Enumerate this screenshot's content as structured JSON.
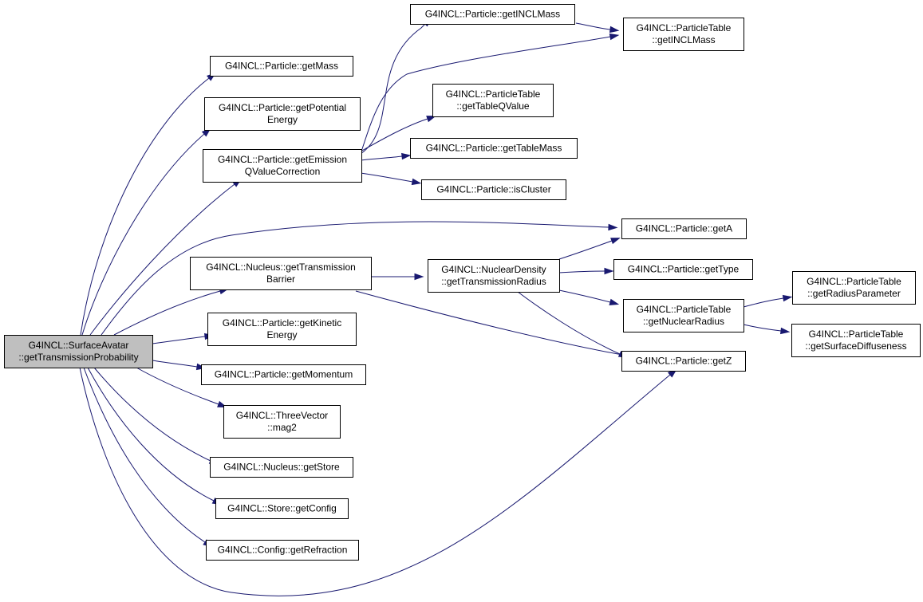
{
  "diagram": {
    "colors": {
      "edge": "#191970",
      "root_fill": "#bfbfbf",
      "node_fill": "#ffffff",
      "node_stroke": "#000000"
    },
    "nodes": [
      {
        "id": "root",
        "root": true,
        "lines": [
          "G4INCL::SurfaceAvatar",
          "::getTransmissionProbability"
        ]
      },
      {
        "id": "getMass",
        "lines": [
          "G4INCL::Particle::getMass"
        ]
      },
      {
        "id": "getPotentialEnergy",
        "lines": [
          "G4INCL::Particle::getPotential",
          "Energy"
        ]
      },
      {
        "id": "getEmissionQ",
        "lines": [
          "G4INCL::Particle::getEmission",
          "QValueCorrection"
        ]
      },
      {
        "id": "nucGetTransBarrier",
        "lines": [
          "G4INCL::Nucleus::getTransmission",
          "Barrier"
        ]
      },
      {
        "id": "getKineticEnergy",
        "lines": [
          "G4INCL::Particle::getKinetic",
          "Energy"
        ]
      },
      {
        "id": "getMomentum",
        "lines": [
          "G4INCL::Particle::getMomentum"
        ]
      },
      {
        "id": "mag2",
        "lines": [
          "G4INCL::ThreeVector",
          "::mag2"
        ]
      },
      {
        "id": "getStore",
        "lines": [
          "G4INCL::Nucleus::getStore"
        ]
      },
      {
        "id": "getConfig",
        "lines": [
          "G4INCL::Store::getConfig"
        ]
      },
      {
        "id": "getRefraction",
        "lines": [
          "G4INCL::Config::getRefraction"
        ]
      },
      {
        "id": "pGetINCLMass",
        "lines": [
          "G4INCL::Particle::getINCLMass"
        ]
      },
      {
        "id": "ptGetTableQValue",
        "lines": [
          "G4INCL::ParticleTable",
          "::getTableQValue"
        ]
      },
      {
        "id": "pGetTableMass",
        "lines": [
          "G4INCL::Particle::getTableMass"
        ]
      },
      {
        "id": "isCluster",
        "lines": [
          "G4INCL::Particle::isCluster"
        ]
      },
      {
        "id": "ndGetTransRadius",
        "lines": [
          "G4INCL::NuclearDensity",
          "::getTransmissionRadius"
        ]
      },
      {
        "id": "ptGetINCLMass",
        "lines": [
          "G4INCL::ParticleTable",
          "::getINCLMass"
        ]
      },
      {
        "id": "getA",
        "lines": [
          "G4INCL::Particle::getA"
        ]
      },
      {
        "id": "getType",
        "lines": [
          "G4INCL::Particle::getType"
        ]
      },
      {
        "id": "ptGetNuclearRadius",
        "lines": [
          "G4INCL::ParticleTable",
          "::getNuclearRadius"
        ]
      },
      {
        "id": "getZ",
        "lines": [
          "G4INCL::Particle::getZ"
        ]
      },
      {
        "id": "ptGetRadiusParameter",
        "lines": [
          "G4INCL::ParticleTable",
          "::getRadiusParameter"
        ]
      },
      {
        "id": "ptGetSurfaceDiffuseness",
        "lines": [
          "G4INCL::ParticleTable",
          "::getSurfaceDiffuseness"
        ]
      }
    ],
    "edges": [
      {
        "from": "root",
        "to": "getMass"
      },
      {
        "from": "root",
        "to": "getPotentialEnergy"
      },
      {
        "from": "root",
        "to": "getEmissionQ"
      },
      {
        "from": "root",
        "to": "nucGetTransBarrier"
      },
      {
        "from": "root",
        "to": "getKineticEnergy"
      },
      {
        "from": "root",
        "to": "getMomentum"
      },
      {
        "from": "root",
        "to": "mag2"
      },
      {
        "from": "root",
        "to": "getStore"
      },
      {
        "from": "root",
        "to": "getConfig"
      },
      {
        "from": "root",
        "to": "getRefraction"
      },
      {
        "from": "root",
        "to": "getA"
      },
      {
        "from": "root",
        "to": "getZ"
      },
      {
        "from": "getEmissionQ",
        "to": "pGetINCLMass"
      },
      {
        "from": "getEmissionQ",
        "to": "ptGetINCLMass"
      },
      {
        "from": "getEmissionQ",
        "to": "ptGetTableQValue"
      },
      {
        "from": "getEmissionQ",
        "to": "pGetTableMass"
      },
      {
        "from": "getEmissionQ",
        "to": "isCluster"
      },
      {
        "from": "pGetINCLMass",
        "to": "ptGetINCLMass"
      },
      {
        "from": "nucGetTransBarrier",
        "to": "ndGetTransRadius"
      },
      {
        "from": "nucGetTransBarrier",
        "to": "getZ"
      },
      {
        "from": "ndGetTransRadius",
        "to": "getA"
      },
      {
        "from": "ndGetTransRadius",
        "to": "getType"
      },
      {
        "from": "ndGetTransRadius",
        "to": "ptGetNuclearRadius"
      },
      {
        "from": "ndGetTransRadius",
        "to": "getZ"
      },
      {
        "from": "ptGetNuclearRadius",
        "to": "ptGetRadiusParameter"
      },
      {
        "from": "ptGetNuclearRadius",
        "to": "ptGetSurfaceDiffuseness"
      }
    ]
  }
}
